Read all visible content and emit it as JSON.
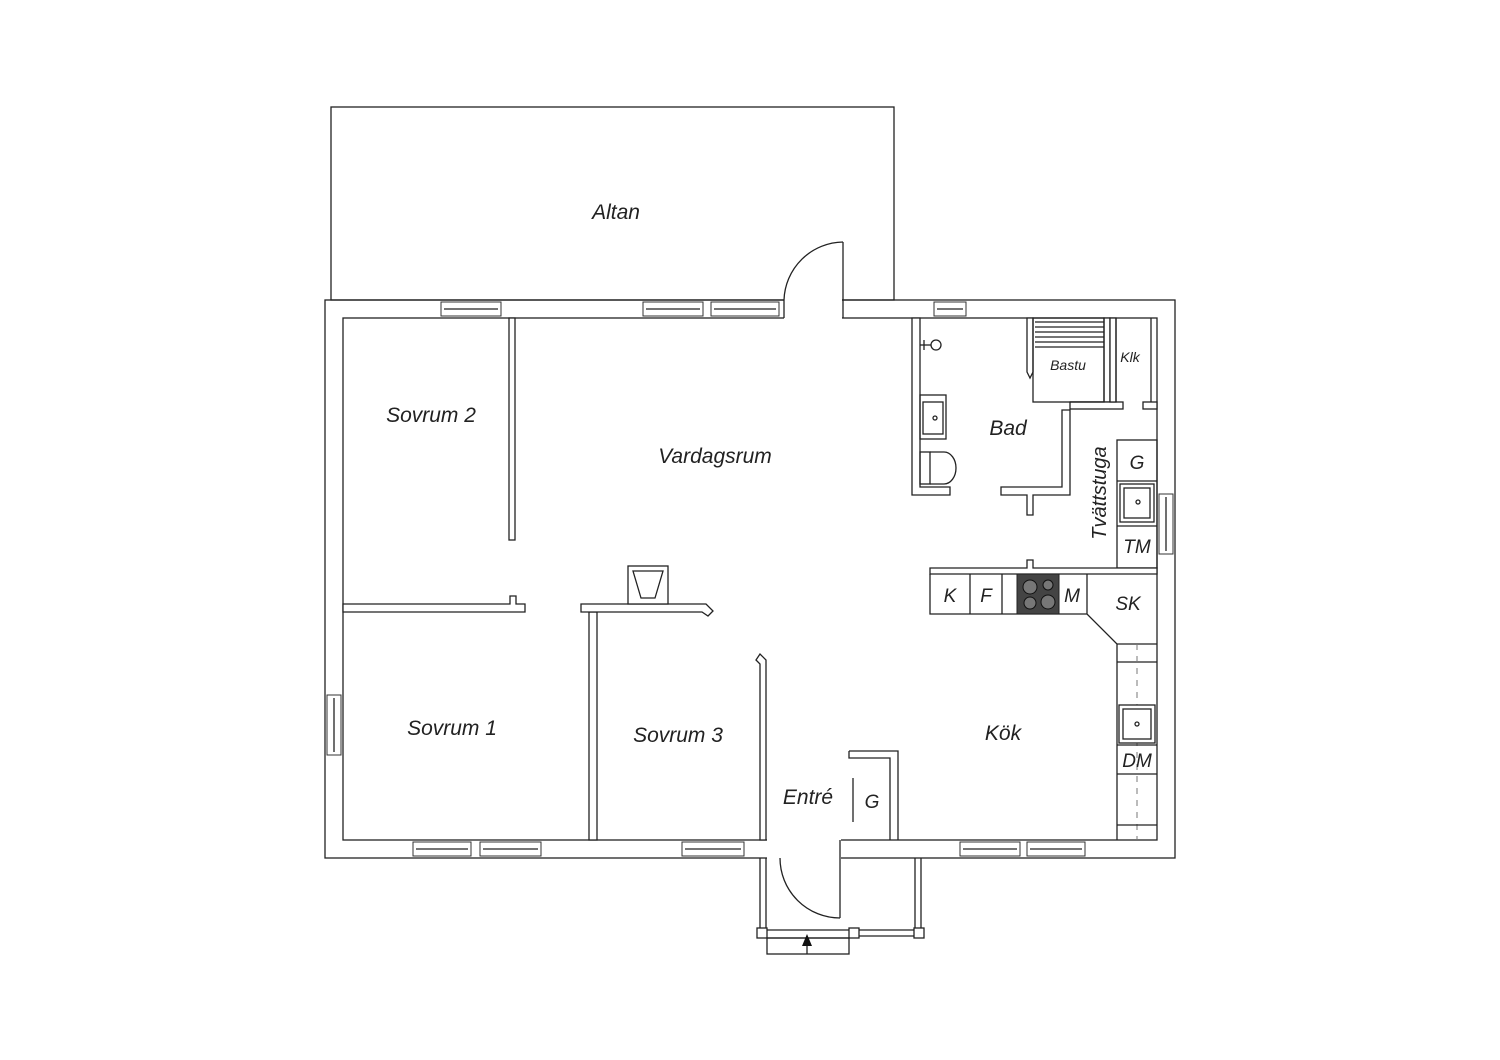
{
  "rooms": {
    "altan": "Altan",
    "vardagsrum": "Vardagsrum",
    "sovrum2": "Sovrum 2",
    "sovrum1": "Sovrum 1",
    "sovrum3": "Sovrum 3",
    "entre": "Entré",
    "entre_closet": "G",
    "kok": "Kök",
    "bad": "Bad",
    "bastu": "Bastu",
    "klk": "Klk",
    "tvattstuga": "Tvättstuga"
  },
  "appliances": {
    "laundry_g": "G",
    "tm": "TM",
    "k": "K",
    "f": "F",
    "m": "M",
    "sk": "SK",
    "dm": "DM"
  }
}
